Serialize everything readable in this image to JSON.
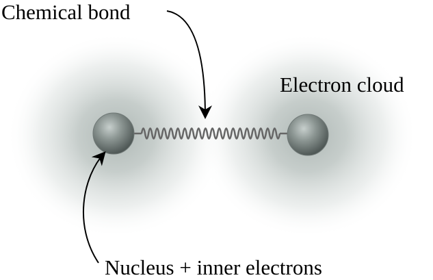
{
  "diagram": {
    "labels": {
      "chemical_bond": "Chemical bond",
      "electron_cloud": "Electron cloud",
      "nucleus": "Nucleus + inner electrons"
    },
    "colors": {
      "cloud": "#a9b3b0",
      "nucleus": "#5f6866",
      "nucleus_highlight": "#d3dad8",
      "spring": "#666666",
      "arrow": "#000000"
    },
    "icons": {
      "bond": "spring-icon",
      "atom": "sphere-icon",
      "pointer": "curved-arrow-icon"
    }
  }
}
